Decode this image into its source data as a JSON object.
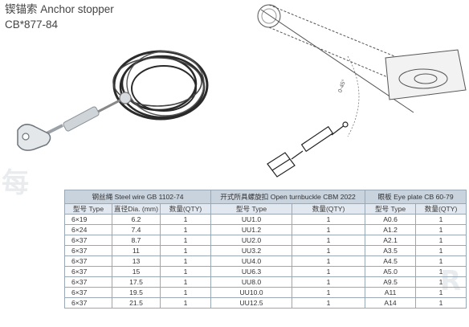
{
  "title": {
    "line1": "锲锚索 Anchor stopper",
    "line2": "CB*877-84"
  },
  "table": {
    "groups": [
      "钢丝绳 Steel wire  GB 1102-74",
      "开式所具螺旋扣 Open turnbuckle  CBM 2022",
      "眼板 Eye plate  CB 60-79"
    ],
    "subheaders": [
      "型号 Type",
      "直径Dia. (mm)",
      "数量(QTY)",
      "型号 Type",
      "数量(QTY)",
      "型号 Type",
      "数量(QTY)"
    ],
    "rows": [
      [
        "6×19",
        "6.2",
        "1",
        "UU1.0",
        "1",
        "A0.6",
        "1"
      ],
      [
        "6×24",
        "7.4",
        "1",
        "UU1.2",
        "1",
        "A1.2",
        "1"
      ],
      [
        "6×37",
        "8.7",
        "1",
        "UU2.0",
        "1",
        "A2.1",
        "1"
      ],
      [
        "6×37",
        "11",
        "1",
        "UU3.2",
        "1",
        "A3.5",
        "1"
      ],
      [
        "6×37",
        "13",
        "1",
        "UU4.0",
        "1",
        "A4.5",
        "1"
      ],
      [
        "6×37",
        "15",
        "1",
        "UU6.3",
        "1",
        "A5.0",
        "1"
      ],
      [
        "6×37",
        "17.5",
        "1",
        "UU8.0",
        "1",
        "A9.5",
        "1"
      ],
      [
        "6×37",
        "19.5",
        "1",
        "UU10.0",
        "1",
        "A11",
        "1"
      ],
      [
        "6×37",
        "21.5",
        "1",
        "UU12.5",
        "1",
        "A14",
        "1"
      ]
    ]
  },
  "drawing": {
    "angle_label": "0-45°"
  },
  "colors": {
    "header_bg": "#c8d3de",
    "subheader_bg": "#e2e8ef",
    "border": "#9aa7b4"
  }
}
